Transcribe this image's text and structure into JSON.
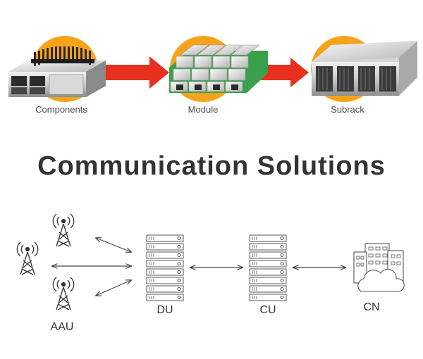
{
  "top_row": {
    "components_label": "Components",
    "module_label": "Module",
    "subrack_label": "Subrack"
  },
  "title": "Communication Solutions",
  "network": {
    "aau_label": "AAU",
    "du_label": "DU",
    "cu_label": "CU",
    "cn_label": "CN"
  },
  "colors": {
    "accent_orange": "#f5a31a",
    "arrow_red": "#e8301e",
    "board_green": "#3aa04a",
    "title_text": "#333333"
  }
}
